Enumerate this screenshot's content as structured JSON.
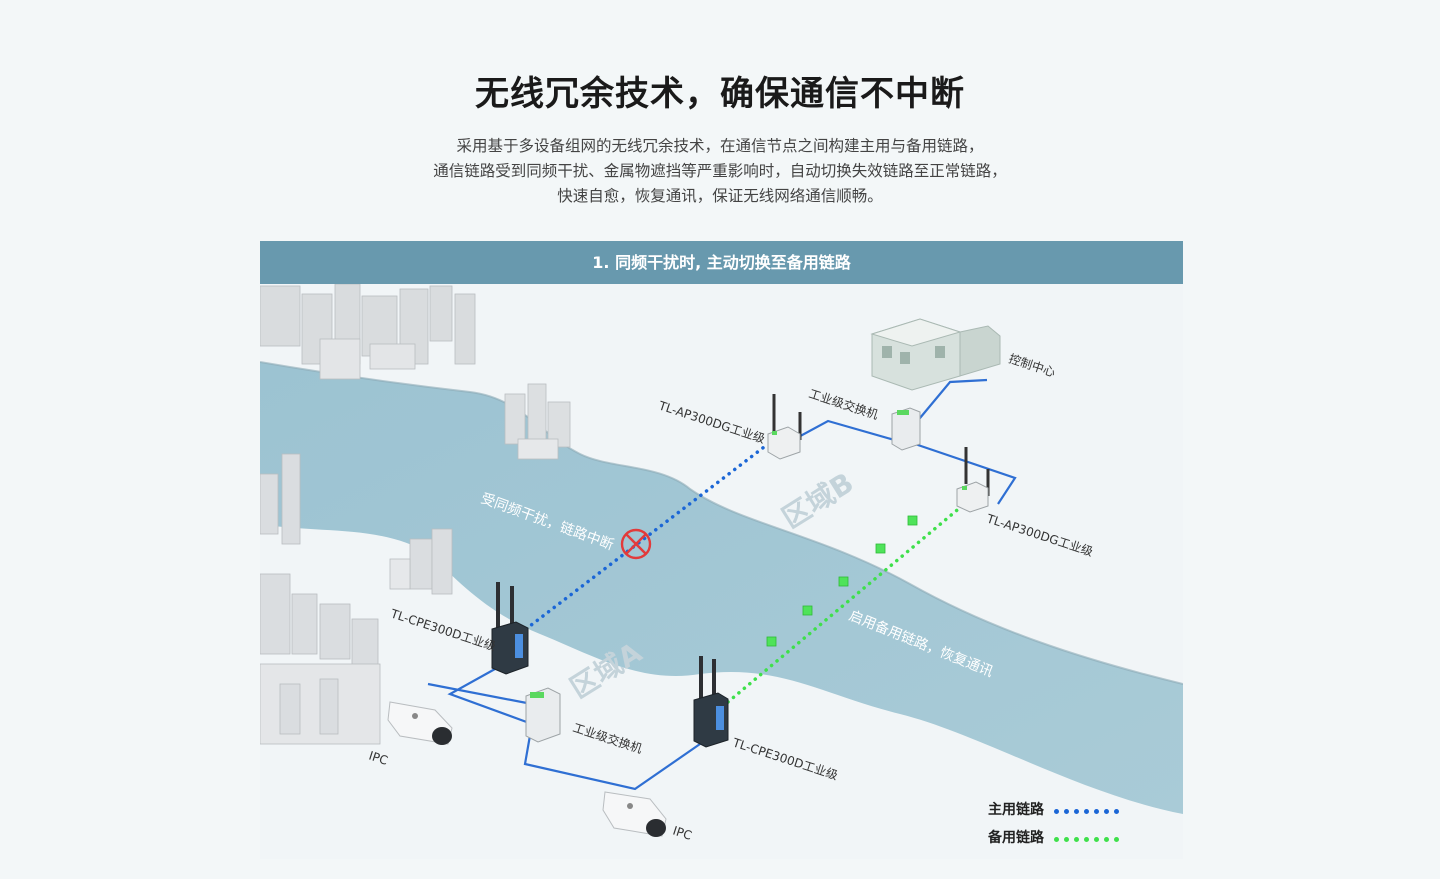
{
  "title": "无线冗余技术，确保通信不中断",
  "description": [
    "采用基于多设备组网的无线冗余技术，在通信节点之间构建主用与备用链路，",
    "通信链路受到同频干扰、金属物遮挡等严重影响时，自动切换失效链路至正常链路，",
    "快速自愈，恢复通讯，保证无线网络通信顺畅。"
  ],
  "banner": "1. 同频干扰时, 主动切换至备用链路",
  "labels": {
    "control_center": "控制中心",
    "ap_left": "TL-AP300DG工业级",
    "ap_right": "TL-AP300DG工业级",
    "switch_b": "工业级交换机",
    "switch_a": "工业级交换机",
    "cpe_left": "TL-CPE300D工业级",
    "cpe_right": "TL-CPE300D工业级",
    "ipc_top": "IPC",
    "ipc_bottom": "IPC",
    "zone_a": "区域A",
    "zone_b": "区域B",
    "interference": "受同频干扰，链路中断",
    "backup_enabled": "启用备用链路，恢复通讯"
  },
  "legend": {
    "primary": "主用链路",
    "backup": "备用链路"
  },
  "colors": {
    "primary_link": "#1b66d6",
    "backup_link": "#3ee04a",
    "banner": "#6899ae",
    "river": "#9fc5d3",
    "wired": "#2f6fd3",
    "break_mark": "#e23b3b"
  }
}
